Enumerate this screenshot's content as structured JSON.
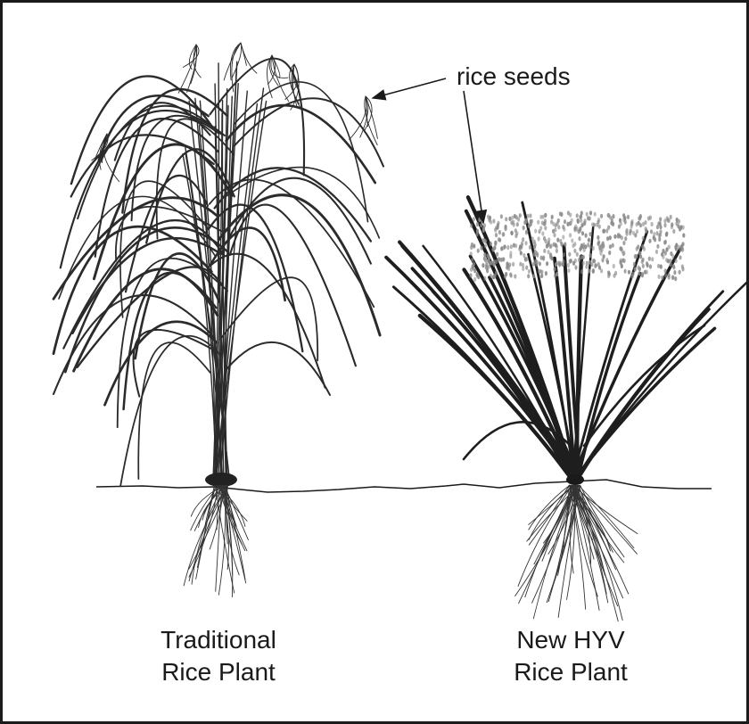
{
  "callout": {
    "text": "rice seeds"
  },
  "plants": [
    {
      "line1": "Traditional",
      "line2": "Rice Plant"
    },
    {
      "line1": "New HYV",
      "line2": "Rice Plant"
    }
  ],
  "colors": {
    "ink": "#1a1a1a",
    "leaf": "#2b2b2b",
    "seed": "#8a8a8a"
  }
}
